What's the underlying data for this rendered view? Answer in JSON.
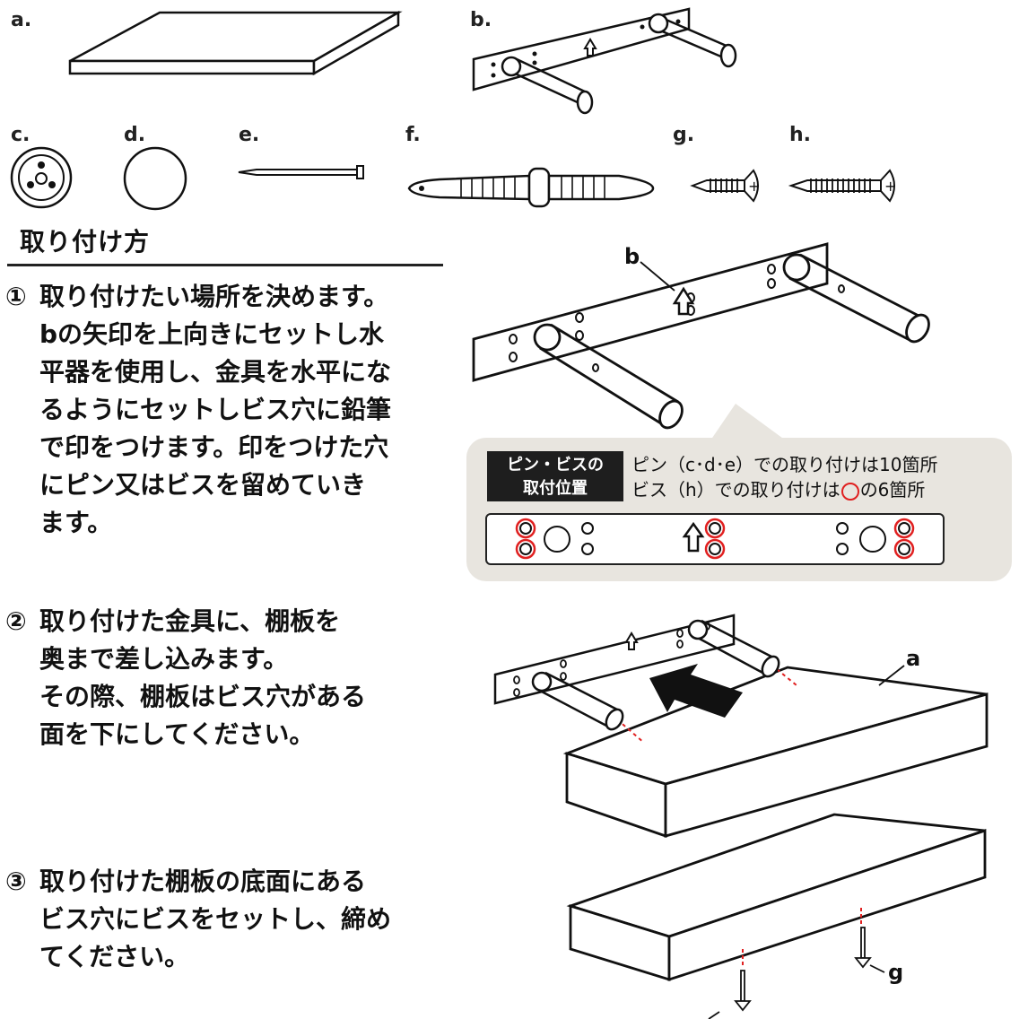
{
  "parts": {
    "a": "a.",
    "b": "b.",
    "c": "c.",
    "d": "d.",
    "e": "e.",
    "f": "f.",
    "g": "g.",
    "h": "h."
  },
  "heading": "取り付け方",
  "steps": [
    {
      "num": "①",
      "lines": [
        "取り付けたい場所を決めます。",
        "bの矢印を上向きにセットし水",
        "平器を使用し、金具を水平にな",
        "るようにセットしビス穴に鉛筆",
        "で印をつけます。印をつけた穴",
        "にピン又はビスを留めていき",
        "ます。"
      ]
    },
    {
      "num": "②",
      "lines": [
        "取り付けた金具に、棚板を",
        "奥まで差し込みます。",
        "その際、棚板はビス穴がある",
        "面を下にしてください。"
      ]
    },
    {
      "num": "③",
      "lines": [
        "取り付けた棚板の底面にある",
        "ビス穴にビスをセットし、締め",
        "てください。"
      ]
    }
  ],
  "diagram_labels": {
    "b": "b",
    "a": "a",
    "g": "g"
  },
  "callout": {
    "badge_line1": "ピン・ビスの",
    "badge_line2": "取付位置",
    "line1": "ピン（c･d･e）での取り付けは10箇所",
    "line2_pre": "ビス（h）での取り付けは",
    "line2_post": "の6箇所"
  },
  "colors": {
    "accent_red": "#e02020",
    "callout_bg": "#e8e5df",
    "ink": "#111111"
  }
}
